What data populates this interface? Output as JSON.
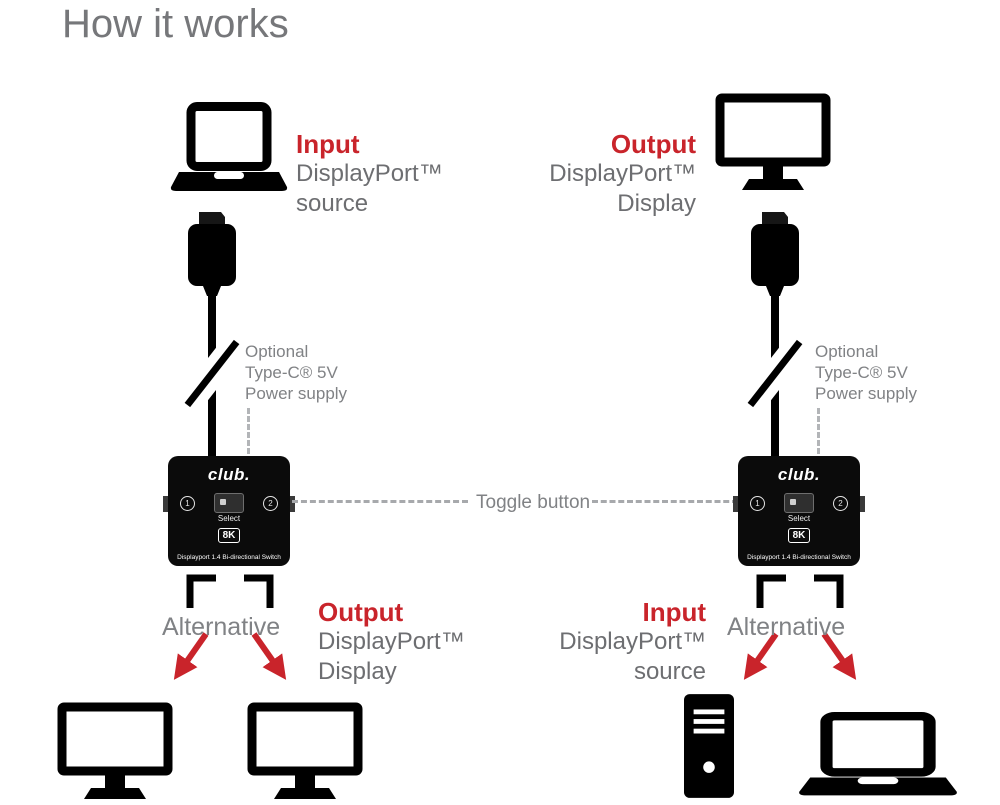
{
  "title": "How it works",
  "colors": {
    "accent_red": "#c9242b",
    "text_gray": "#6d6e71",
    "light_gray": "#808285",
    "dash_gray": "#a7a9ac",
    "device_black": "#0b0b0b"
  },
  "center": {
    "toggle_label": "Toggle button"
  },
  "optional_power": {
    "line1": "Optional",
    "line2": "Type-C® 5V",
    "line3": "Power supply"
  },
  "left": {
    "top_label": {
      "emphasis": "Input",
      "line2": "DisplayPort™",
      "line3": "source"
    },
    "bottom_label": {
      "emphasis": "Output",
      "line2": "DisplayPort™",
      "line3": "Display"
    },
    "alternative": "Alternative"
  },
  "right": {
    "top_label": {
      "emphasis": "Output",
      "line2": "DisplayPort™",
      "line3": "Display"
    },
    "bottom_label": {
      "emphasis": "Input",
      "line2": "DisplayPort™",
      "line3": "source"
    },
    "alternative": "Alternative"
  },
  "switch_device": {
    "brand": "club.",
    "port_left": "1",
    "port_right": "2",
    "select_label": "Select",
    "resolution_badge": "8K",
    "product_name": "Displayport 1.4 Bi-directional Switch"
  }
}
